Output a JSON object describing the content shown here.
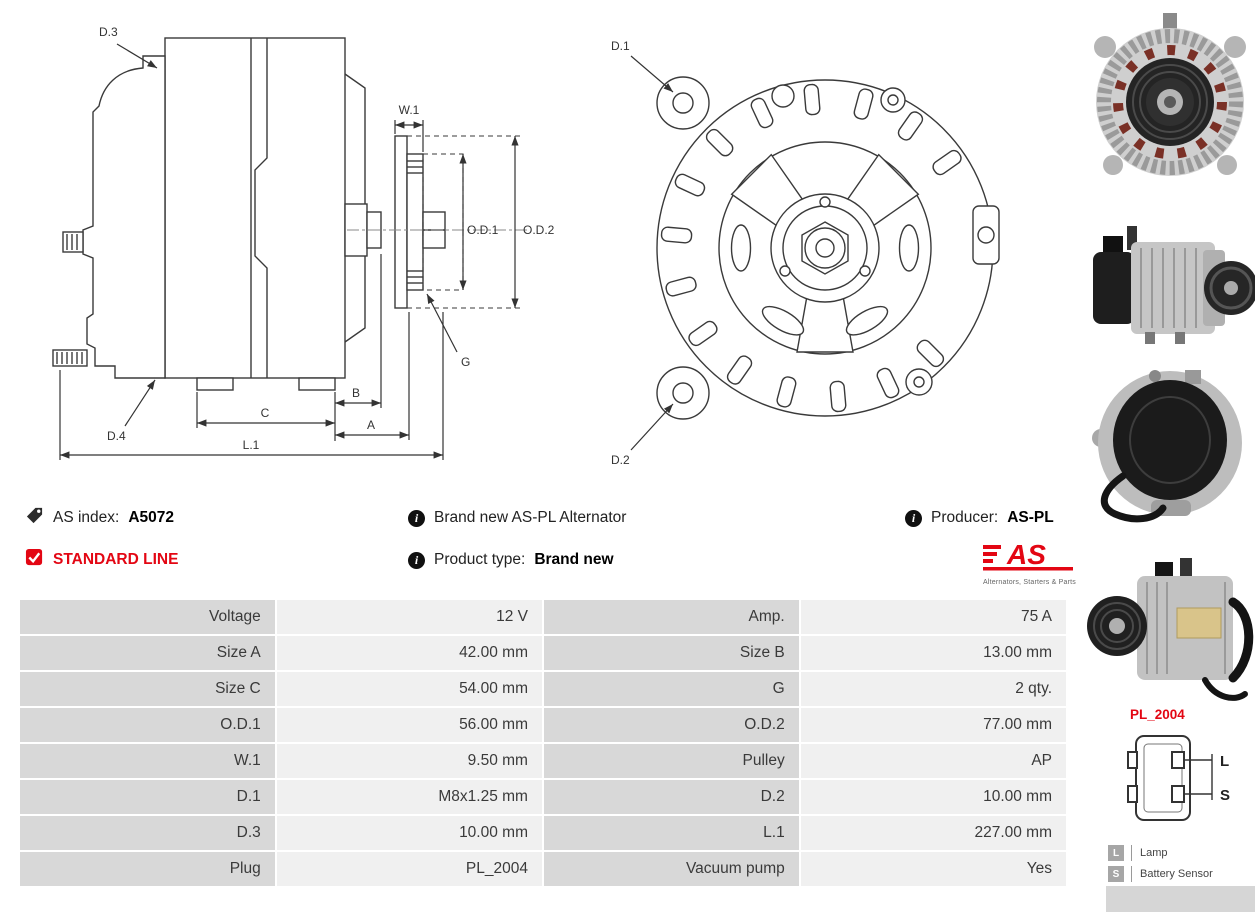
{
  "info": {
    "as_index": {
      "label": "AS index:",
      "value": "A5072"
    },
    "standard_line": "STANDARD LINE",
    "brand_new": "Brand new AS-PL Alternator",
    "product_type": {
      "label": "Product type:",
      "value": "Brand new"
    },
    "producer": {
      "label": "Producer:",
      "value": "AS-PL"
    }
  },
  "logo": {
    "text": "AS",
    "tagline": "Alternators, Starters & Parts"
  },
  "diagram": {
    "side": {
      "d3": "D.3",
      "d4": "D.4",
      "w1": "W.1",
      "od1": "O.D.1",
      "od2": "O.D.2",
      "g": "G",
      "a": "A",
      "b": "B",
      "c": "C",
      "l1": "L.1"
    },
    "front": {
      "d1": "D.1",
      "d2": "D.2"
    }
  },
  "plug": {
    "code": "PL_2004",
    "pin_top": "L",
    "pin_bottom": "S",
    "legend": [
      {
        "key": "L",
        "label": "Lamp"
      },
      {
        "key": "S",
        "label": "Battery Sensor"
      }
    ]
  },
  "table": {
    "rows": [
      {
        "l1": "Voltage",
        "v1": "12 V",
        "l2": "Amp.",
        "v2": "75 A"
      },
      {
        "l1": "Size A",
        "v1": "42.00 mm",
        "l2": "Size B",
        "v2": "13.00 mm"
      },
      {
        "l1": "Size C",
        "v1": "54.00 mm",
        "l2": "G",
        "v2": "2 qty."
      },
      {
        "l1": "O.D.1",
        "v1": "56.00 mm",
        "l2": "O.D.2",
        "v2": "77.00 mm"
      },
      {
        "l1": "W.1",
        "v1": "9.50 mm",
        "l2": "Pulley",
        "v2": "AP"
      },
      {
        "l1": "D.1",
        "v1": "M8x1.25 mm",
        "l2": "D.2",
        "v2": "10.00 mm"
      },
      {
        "l1": "D.3",
        "v1": "10.00 mm",
        "l2": "L.1",
        "v2": "227.00 mm"
      },
      {
        "l1": "Plug",
        "v1": "PL_2004",
        "l2": "Vacuum pump",
        "v2": "Yes"
      }
    ]
  },
  "colors": {
    "accent_red": "#e30613",
    "label_cell": "#d8d8d8",
    "value_cell": "#f0f0f0"
  }
}
